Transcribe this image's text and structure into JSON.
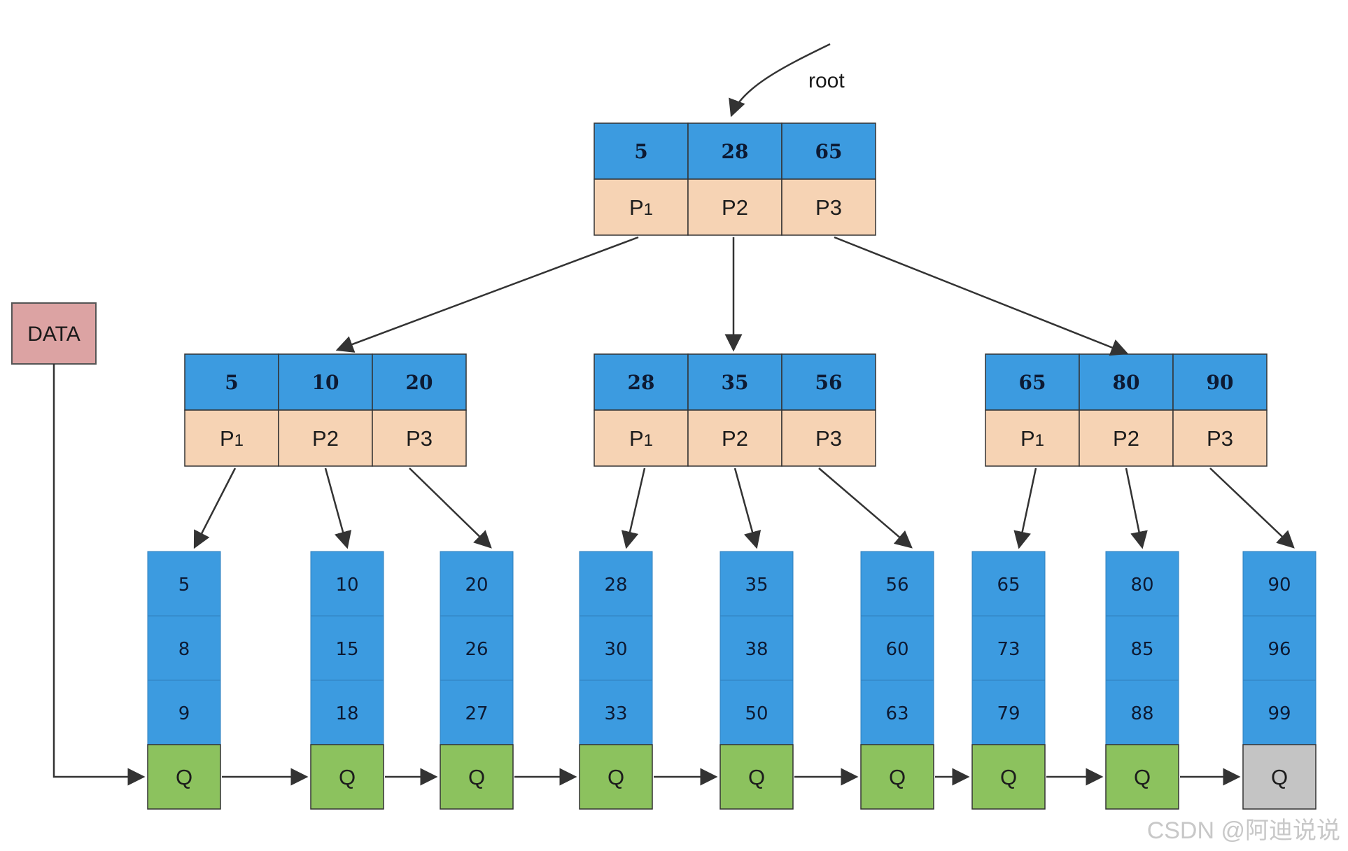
{
  "root_label": "root",
  "data_label": "DATA",
  "watermark": "CSDN @阿迪说说",
  "colors": {
    "key_cell": "#3c9be0",
    "pointer_cell": "#f6d3b4",
    "leaf_cell": "#3c9be0",
    "next_cell": "#8cc25e",
    "last_next_cell": "#c4c4c4",
    "data_box": "#dca3a3",
    "stroke": "#333333"
  },
  "root": {
    "keys": [
      "5",
      "28",
      "65"
    ],
    "pointers": [
      "P1",
      "P2",
      "P3"
    ]
  },
  "internal_nodes": [
    {
      "keys": [
        "5",
        "10",
        "20"
      ],
      "pointers": [
        "P1",
        "P2",
        "P3"
      ]
    },
    {
      "keys": [
        "28",
        "35",
        "56"
      ],
      "pointers": [
        "P1",
        "P2",
        "P3"
      ]
    },
    {
      "keys": [
        "65",
        "80",
        "90"
      ],
      "pointers": [
        "P1",
        "P2",
        "P3"
      ]
    }
  ],
  "leaves": [
    {
      "values": [
        "5",
        "8",
        "9"
      ],
      "next": "Q"
    },
    {
      "values": [
        "10",
        "15",
        "18"
      ],
      "next": "Q"
    },
    {
      "values": [
        "20",
        "26",
        "27"
      ],
      "next": "Q"
    },
    {
      "values": [
        "28",
        "30",
        "33"
      ],
      "next": "Q"
    },
    {
      "values": [
        "35",
        "38",
        "50"
      ],
      "next": "Q"
    },
    {
      "values": [
        "56",
        "60",
        "63"
      ],
      "next": "Q"
    },
    {
      "values": [
        "65",
        "73",
        "79"
      ],
      "next": "Q"
    },
    {
      "values": [
        "80",
        "85",
        "88"
      ],
      "next": "Q"
    },
    {
      "values": [
        "90",
        "96",
        "99"
      ],
      "next": "Q"
    }
  ]
}
